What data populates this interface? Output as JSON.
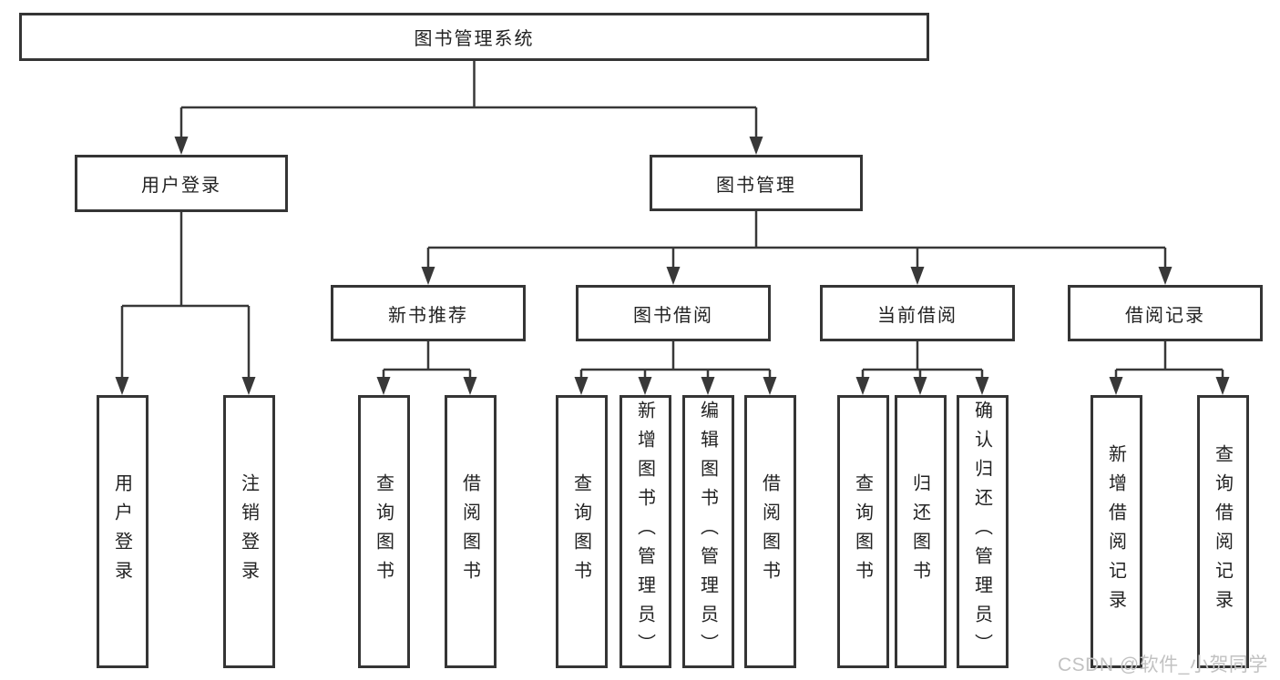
{
  "diagram": {
    "root": "图书管理系统",
    "login_branch": {
      "label": "用户登录",
      "children": [
        "用户登录",
        "注销登录"
      ]
    },
    "mgmt_branch": {
      "label": "图书管理",
      "groups": [
        {
          "label": "新书推荐",
          "children": [
            "查询图书",
            "借阅图书"
          ]
        },
        {
          "label": "图书借阅",
          "children": [
            "查询图书",
            "新增图书（管理员）",
            "编辑图书（管理员）",
            "借阅图书"
          ]
        },
        {
          "label": "当前借阅",
          "children": [
            "查询图书",
            "归还图书",
            "确认归还（管理员）"
          ]
        },
        {
          "label": "借阅记录",
          "children": [
            "新增借阅记录",
            "查询借阅记录"
          ]
        }
      ]
    }
  },
  "watermark": "CSDN @软件_小贺同学",
  "colors": {
    "background": "#ffffff",
    "line": "#383838",
    "box_border": "#353535",
    "box_fill": "#ffffff",
    "text": "#222222",
    "watermark": "#c2c2c2"
  }
}
